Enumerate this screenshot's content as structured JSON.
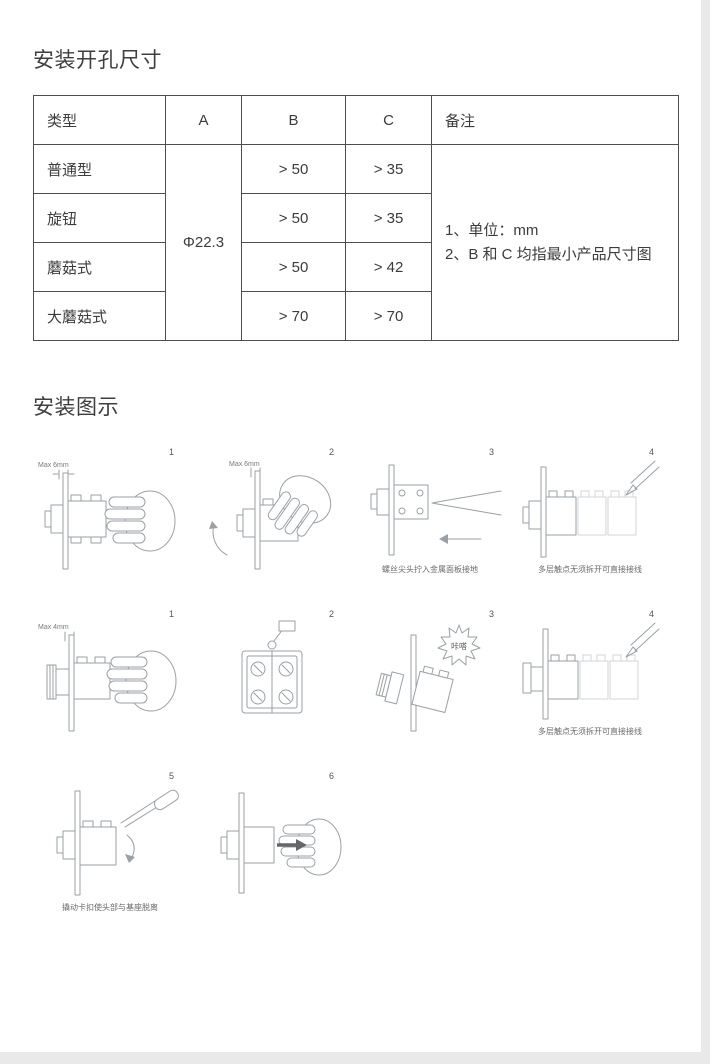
{
  "section_dimensions": {
    "title": "安装开孔尺寸",
    "table": {
      "headers": [
        "类型",
        "A",
        "B",
        "C",
        "备注"
      ],
      "a_value": "Φ22.3",
      "rows": [
        {
          "type": "普通型",
          "b": "> 50",
          "c": "> 35"
        },
        {
          "type": "旋钮",
          "b": "> 50",
          "c": "> 35"
        },
        {
          "type": "蘑菇式",
          "b": "> 50",
          "c": "> 42"
        },
        {
          "type": "大蘑菇式",
          "b": "> 70",
          "c": "> 70"
        }
      ],
      "notes": [
        "1、单位：mm",
        "2、B 和 C 均指最小产品尺寸图"
      ]
    }
  },
  "section_diagrams": {
    "title": "安装图示"
  },
  "figures": [
    {
      "num": "1",
      "note": "Max 6mm",
      "caption": ""
    },
    {
      "num": "2",
      "note": "Max 6mm",
      "caption": ""
    },
    {
      "num": "3",
      "note": "",
      "caption": "螺丝尖头拧入金属面板接地"
    },
    {
      "num": "4",
      "note": "",
      "caption": "多层触点无须拆开可直接接线"
    },
    {
      "num": "1",
      "note": "Max 4mm",
      "caption": ""
    },
    {
      "num": "2",
      "note": "",
      "caption": ""
    },
    {
      "num": "3",
      "note": "咔嗒",
      "caption": ""
    },
    {
      "num": "4",
      "note": "",
      "caption": "多层触点无须拆开可直接接线"
    },
    {
      "num": "5",
      "note": "",
      "caption": "撬动卡扣使头部与基座脱离"
    },
    {
      "num": "6",
      "note": "",
      "caption": ""
    }
  ]
}
